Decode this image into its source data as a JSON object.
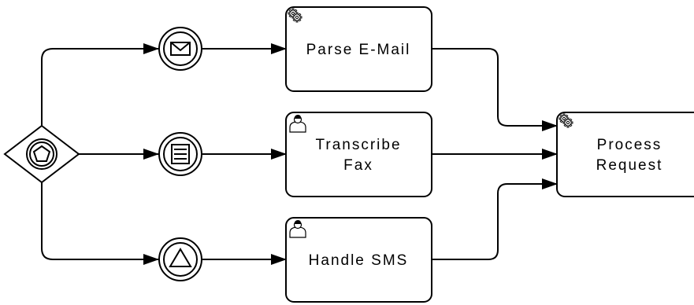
{
  "diagram": {
    "gateway": {
      "type": "event-based-gateway",
      "icon": "pentagon-icon"
    },
    "events": [
      {
        "id": "message",
        "type": "intermediate-catch-message",
        "icon": "envelope-icon"
      },
      {
        "id": "conditional",
        "type": "intermediate-catch-conditional",
        "icon": "lines-icon"
      },
      {
        "id": "signal",
        "type": "intermediate-catch-signal",
        "icon": "triangle-icon"
      }
    ],
    "tasks": [
      {
        "id": "parse-email",
        "label_lines": [
          "Parse E-Mail"
        ],
        "task_type": "service",
        "icon": "gear-icon"
      },
      {
        "id": "transcribe-fax",
        "label_lines": [
          "Transcribe",
          "Fax"
        ],
        "task_type": "user",
        "icon": "user-icon"
      },
      {
        "id": "handle-sms",
        "label_lines": [
          "Handle SMS"
        ],
        "task_type": "user",
        "icon": "user-icon"
      },
      {
        "id": "process-request",
        "label_lines": [
          "Process",
          "Request"
        ],
        "task_type": "service",
        "icon": "gear-icon"
      }
    ],
    "colors": {
      "stroke": "#000000",
      "fill": "#ffffff"
    }
  }
}
